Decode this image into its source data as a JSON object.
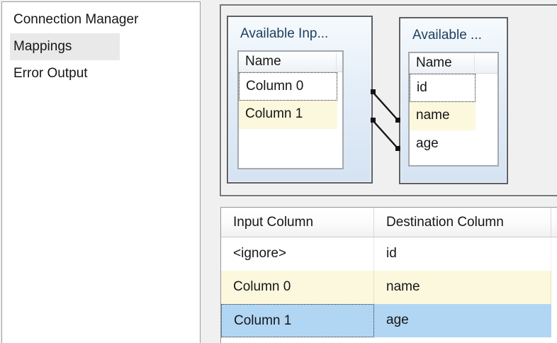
{
  "sidebar": {
    "items": [
      {
        "label": "Connection Manager",
        "selected": false
      },
      {
        "label": "Mappings",
        "selected": true
      },
      {
        "label": "Error Output",
        "selected": false
      }
    ]
  },
  "canvas": {
    "source_box": {
      "title": "Available Inp...",
      "column_header": "Name",
      "rows": [
        {
          "label": "Column 0",
          "state": "focused"
        },
        {
          "label": "Column 1",
          "state": "mapped"
        }
      ]
    },
    "destination_box": {
      "title": "Available ...",
      "column_header": "Name",
      "rows": [
        {
          "label": "id",
          "state": "focused"
        },
        {
          "label": "name",
          "state": "mapped"
        },
        {
          "label": "age",
          "state": "normal"
        }
      ]
    },
    "connections": [
      {
        "from": "Column 0",
        "to": "name"
      },
      {
        "from": "Column 1",
        "to": "age"
      }
    ]
  },
  "mapping_table": {
    "headers": {
      "input": "Input Column",
      "destination": "Destination Column"
    },
    "rows": [
      {
        "input": "<ignore>",
        "destination": "id",
        "state": "normal"
      },
      {
        "input": "Column 0",
        "destination": "name",
        "state": "mapped"
      },
      {
        "input": "Column 1",
        "destination": "age",
        "state": "selected"
      }
    ]
  },
  "colors": {
    "selection_blue": "#b1d6f4",
    "mapped_yellow": "#fbf8de",
    "sidebar_selected_gray": "#e9e9e9",
    "box_title_blue": "#20415f",
    "background_gray": "#f0f0f0"
  }
}
